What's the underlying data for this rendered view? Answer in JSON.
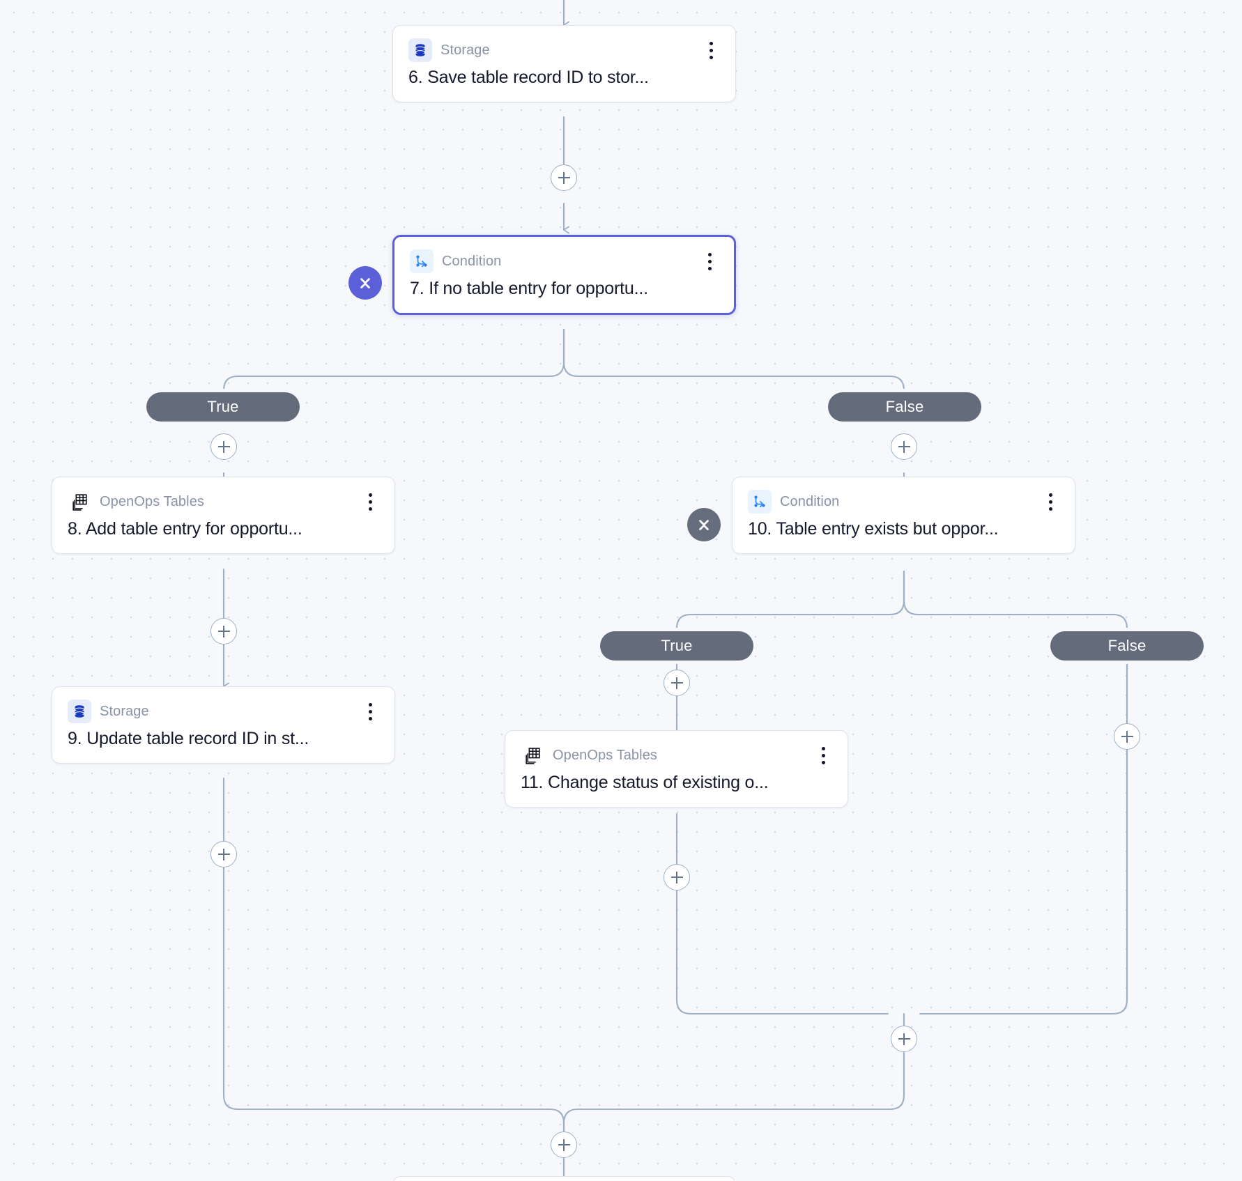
{
  "canvas": {
    "background_color": "#f6f8fb",
    "dot_grid_color": "#d7dce6",
    "edge_color": "#9fb0c6"
  },
  "theme": {
    "accent_color": "#5b5fd8",
    "pill_color": "#646b7b",
    "muted_toggle_color": "#666d7d",
    "card_border_color": "#dfe3ec",
    "type_label_color": "#8a93a6",
    "title_color": "#15192b"
  },
  "nodes": [
    {
      "id": "step6",
      "type_label": "Storage",
      "title": "6. Save table record ID to stor...",
      "icon": "storage-icon",
      "selected": false,
      "menu_icon": "kebab-menu-icon"
    },
    {
      "id": "step7",
      "type_label": "Condition",
      "title": "7. If no table entry for opportu...",
      "icon": "condition-icon",
      "selected": true,
      "menu_icon": "kebab-menu-icon",
      "collapse_icon": "collapse-chevrons-icon",
      "collapse_style": "accent"
    },
    {
      "id": "step8",
      "type_label": "OpenOps Tables",
      "title": "8. Add table entry for opportu...",
      "icon": "openops-tables-icon",
      "selected": false,
      "menu_icon": "kebab-menu-icon"
    },
    {
      "id": "step9",
      "type_label": "Storage",
      "title": "9. Update table record ID in st...",
      "icon": "storage-icon",
      "selected": false,
      "menu_icon": "kebab-menu-icon"
    },
    {
      "id": "step10",
      "type_label": "Condition",
      "title": "10. Table entry exists but oppor...",
      "icon": "condition-icon",
      "selected": false,
      "menu_icon": "kebab-menu-icon",
      "collapse_icon": "collapse-chevrons-icon",
      "collapse_style": "muted"
    },
    {
      "id": "step11",
      "type_label": "OpenOps Tables",
      "title": "11. Change status of existing o...",
      "icon": "openops-tables-icon",
      "selected": false,
      "menu_icon": "kebab-menu-icon"
    }
  ],
  "branch_labels": {
    "cond7_true": "True",
    "cond7_false": "False",
    "cond10_true": "True",
    "cond10_false": "False"
  },
  "add_buttons": {
    "label": "+",
    "name": "add-step-button",
    "count": 10
  }
}
